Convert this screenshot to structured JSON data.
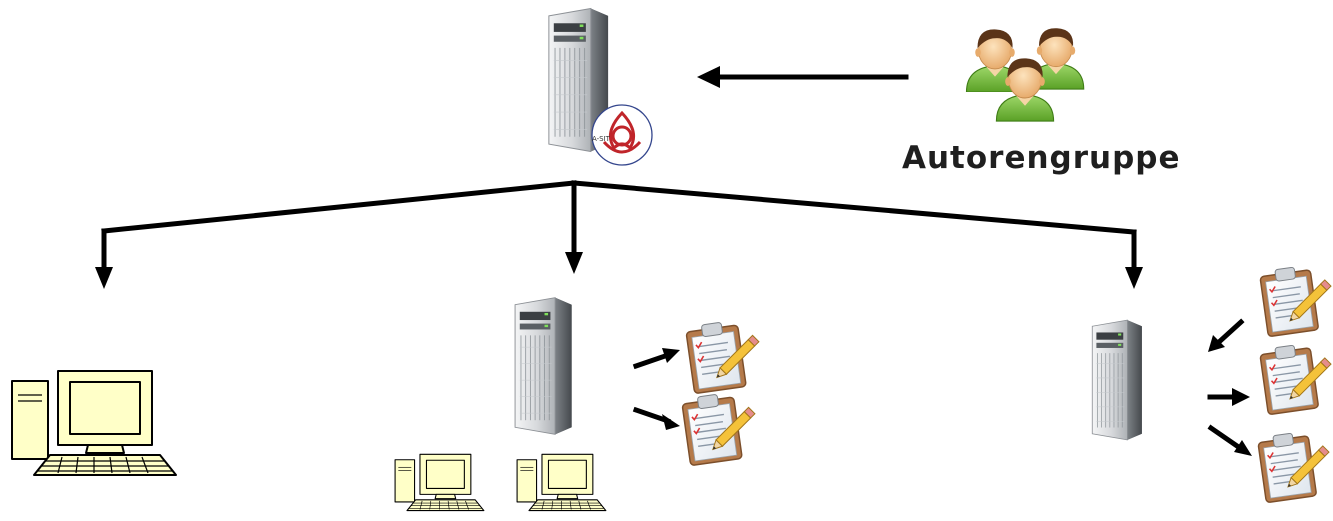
{
  "author_group": {
    "label": "Autorengruppe",
    "icon": "user-group-icon"
  },
  "central_server": {
    "icon": "server-tower-icon",
    "badge": "A-SIT",
    "badge_color": "#c0252a"
  },
  "colors": {
    "arrow": "#000000",
    "computer_fill": "#ffffc8",
    "server_body": "#d9dadc",
    "server_dark": "#4f5357",
    "clipboard_board": "#b57a4a",
    "person_shirt": "#74bd3d",
    "person_hair": "#5b3418",
    "person_skin": "#f3c58d"
  },
  "nodes": [
    {
      "id": "standalone-client",
      "icons": [
        "desktop-computer-icon"
      ]
    },
    {
      "id": "local-server",
      "icons": [
        "server-tower-icon",
        "clipboard-form-icon",
        "clipboard-form-icon",
        "desktop-computer-icon",
        "desktop-computer-icon"
      ]
    },
    {
      "id": "remote-server",
      "icons": [
        "server-tower-icon",
        "clipboard-form-icon",
        "clipboard-form-icon",
        "clipboard-form-icon"
      ]
    }
  ]
}
